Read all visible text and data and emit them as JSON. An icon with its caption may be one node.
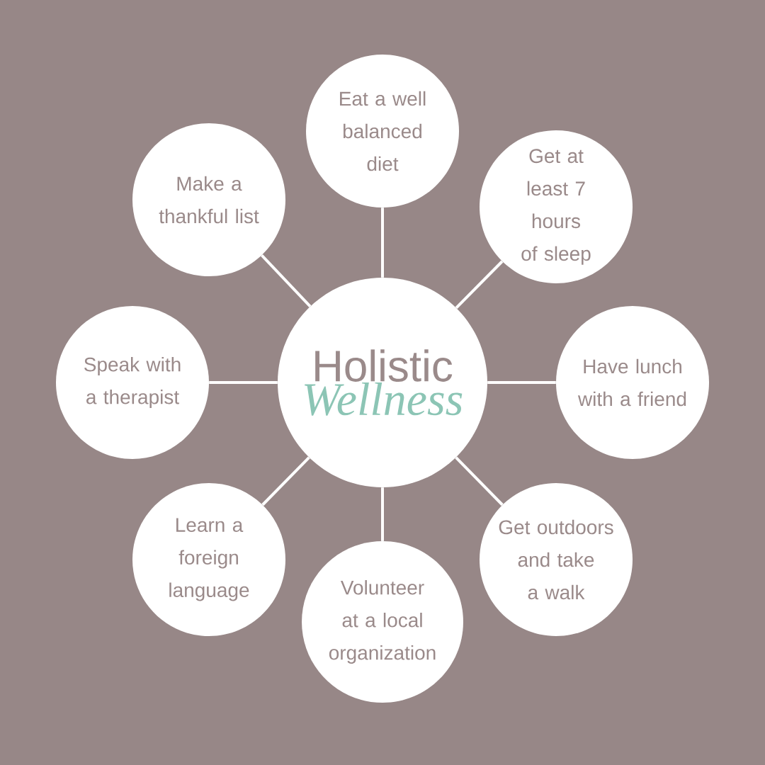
{
  "diagram": {
    "nodes": [
      {
        "text": [
          "Holistic",
          "Wellness"
        ]
      },
      {
        "text": [
          "Eat a well balanced diet"
        ]
      },
      {
        "text": [
          "Get at least 7 hours of sleep"
        ]
      },
      {
        "text": [
          "Have lunch with a friend"
        ]
      },
      {
        "text": [
          "Get outdoors and take a walk"
        ]
      },
      {
        "text": [
          "Volunteer at a local organization"
        ]
      },
      {
        "text": [
          "Learn a foreign language"
        ]
      },
      {
        "text": [
          "Speak with a therapist"
        ]
      },
      {
        "text": [
          "Make a thankful list"
        ]
      }
    ],
    "edges": [
      {
        "from": 0,
        "to": 1,
        "arrow": "none"
      },
      {
        "from": 0,
        "to": 2,
        "arrow": "none"
      },
      {
        "from": 0,
        "to": 3,
        "arrow": "none"
      },
      {
        "from": 0,
        "to": 4,
        "arrow": "none"
      },
      {
        "from": 0,
        "to": 5,
        "arrow": "none"
      },
      {
        "from": 0,
        "to": 6,
        "arrow": "none"
      },
      {
        "from": 0,
        "to": 7,
        "arrow": "none"
      },
      {
        "from": 0,
        "to": 8,
        "arrow": "none"
      }
    ]
  }
}
